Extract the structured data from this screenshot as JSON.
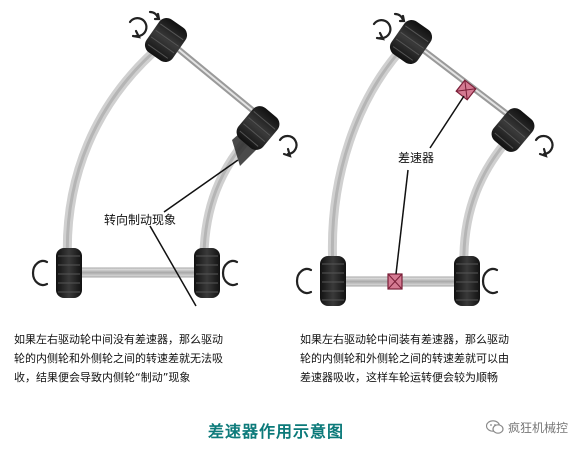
{
  "left_panel": {
    "callout_label": "转向制动现象",
    "caption_line1": "如果左右驱动轮中间没有差速器，那么驱动",
    "caption_line2": "轮的内侧轮和外侧轮之间的转速差就无法吸",
    "caption_line3": "收，结果便会导致内侧轮“制动”现象"
  },
  "right_panel": {
    "callout_label": "差速器",
    "caption_line1": "如果左右驱动轮中间装有差速器，那么驱动",
    "caption_line2": "轮的内侧轮和外侧轮之间的转速差就可以由",
    "caption_line3": "差速器吸收，这样车轮运转便会较为顺畅"
  },
  "title": "差速器作用示意图",
  "watermark": {
    "text": "疯狂机械控",
    "icon": "wechat-icon"
  },
  "colors": {
    "tire": "#1a1a1a",
    "axle": "#bfbfbf",
    "track": "#c9c9c9",
    "differential": "#c24a6a",
    "title": "#0c7a7a"
  }
}
